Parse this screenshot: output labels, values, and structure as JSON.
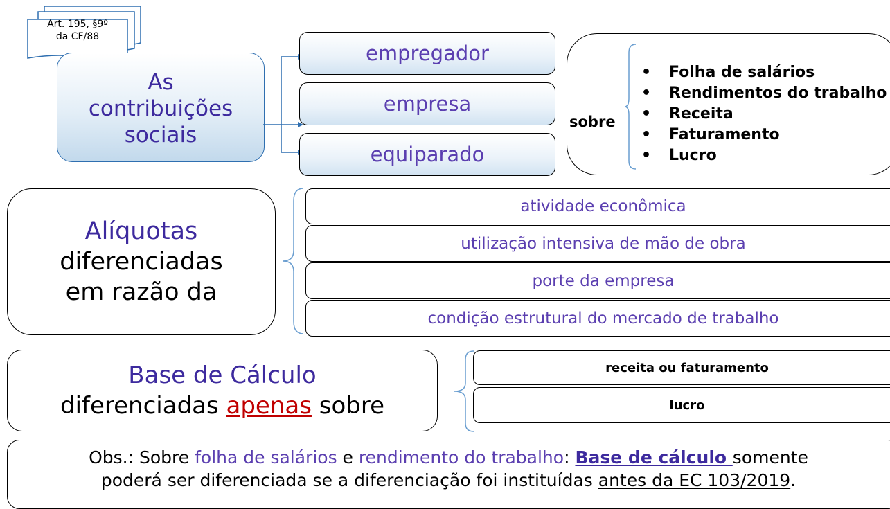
{
  "top": {
    "doc_line1": "Art. 195, §9º",
    "doc_line2": "da CF/88",
    "main_line1": "As",
    "main_line2": "contribuições",
    "main_line3": "sociais",
    "payers": [
      "empregador",
      "empresa",
      "equiparado"
    ],
    "sobre_label": "sobre",
    "bases": [
      "Folha de salários",
      "Rendimentos do trabalho",
      "Receita",
      "Faturamento",
      "Lucro"
    ]
  },
  "aliquotas": {
    "line1": "Alíquotas",
    "line2": "diferenciadas",
    "line3": "em razão da",
    "items": [
      "atividade econômica",
      "utilização intensiva de mão de obra",
      "porte da empresa",
      "condição estrutural do mercado de trabalho"
    ]
  },
  "base_calculo": {
    "line1": "Base de Cálculo",
    "line2_pre": "diferenciadas ",
    "line2_emph": "apenas",
    "line2_post": " sobre",
    "items": [
      "receita ou faturamento",
      "lucro"
    ]
  },
  "obs": {
    "prefix": "Obs.: Sobre ",
    "term1": "folha de salários",
    "and": " e ",
    "term2": "rendimento do trabalho",
    "colon": ": ",
    "bold_link": "Base de cálculo ",
    "mid": "somente",
    "line2_pre": "poderá ser diferenciada se a diferenciação foi instituídas ",
    "line2_link": "antes da EC 103/2019",
    "line2_end": "."
  }
}
